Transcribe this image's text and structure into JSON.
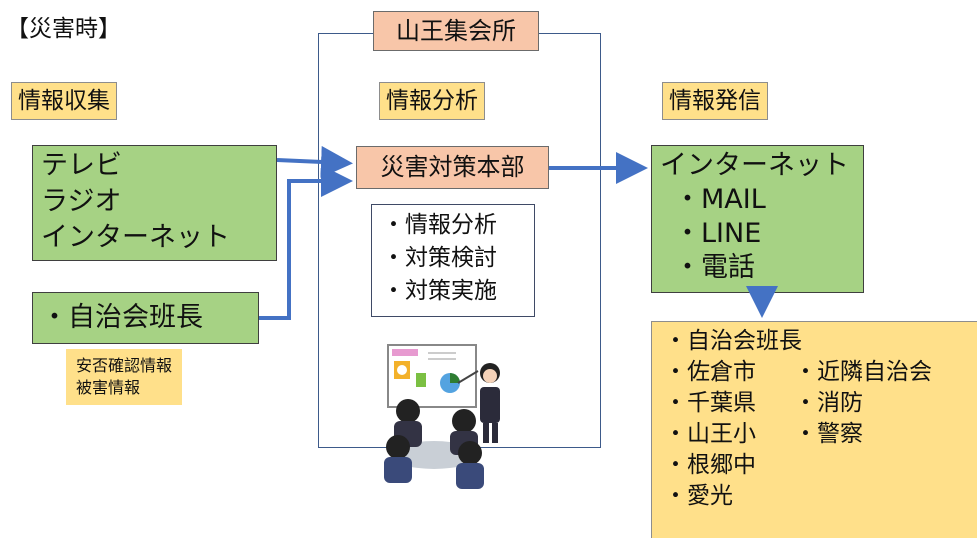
{
  "title": "【災害時】",
  "center": {
    "venue": "山王集会所",
    "analysis_label": "情報分析",
    "hq": "災害対策本部",
    "tasks": [
      "・情報分析",
      "・対策検討",
      "・対策実施"
    ]
  },
  "collection": {
    "label": "情報収集",
    "media": [
      "テレビ",
      "ラジオ",
      "インターネット"
    ],
    "leader": "・自治会班長",
    "note": [
      "安否確認情報",
      "被害情報"
    ]
  },
  "dissemination": {
    "label": "情報発信",
    "channels": [
      "インターネット",
      "・MAIL",
      "・LINE",
      "・電話"
    ],
    "recipients_left": [
      "・自治会班長",
      "・佐倉市",
      "・千葉県",
      "・山王小",
      "・根郷中",
      "・愛光"
    ],
    "recipients_right": [
      "",
      "・近隣自治会",
      "・消防",
      "・警察"
    ]
  },
  "colors": {
    "label_yellow": "#ffe08a",
    "green": "#a6d284",
    "pink": "#f8c6a9",
    "arrow_blue": "#4472c4",
    "frame": "#3d5a8a"
  },
  "icons": [
    "meeting-illustration"
  ]
}
